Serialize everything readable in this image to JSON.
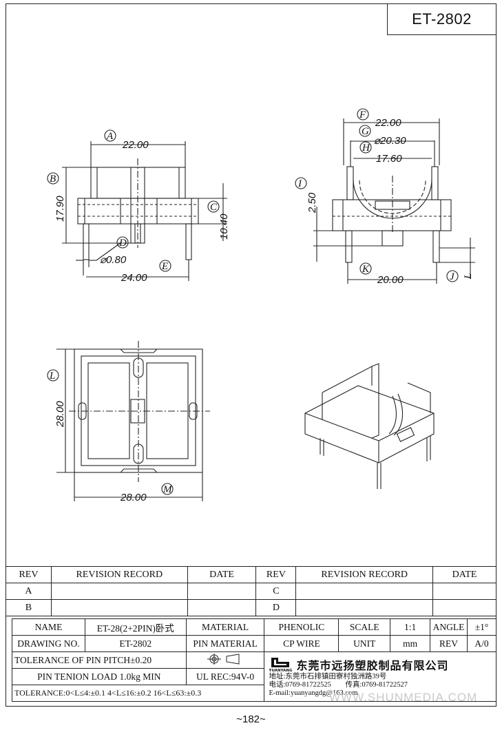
{
  "title": "ET-2802",
  "views": {
    "front": {
      "width_top": "22.00",
      "height": "17.90",
      "flange": "10.40",
      "pin_dia": "⌀0.80",
      "pin_span": "24.00",
      "letters": {
        "a": "A",
        "b": "B",
        "c": "C",
        "d": "D",
        "e": "E"
      }
    },
    "side": {
      "f": "22.00",
      "g": "⌀20.30",
      "h": "17.60",
      "i": "2.50",
      "k": "20.00",
      "l_letter": "L",
      "letters": {
        "f": "F",
        "g": "G",
        "h": "H",
        "i": "I",
        "j": "J",
        "k": "K"
      }
    },
    "top": {
      "height": "28.00",
      "width": "28.00",
      "letters": {
        "l": "L",
        "m": "M"
      }
    }
  },
  "revision": {
    "headers": [
      "REV",
      "REVISION RECORD",
      "DATE",
      "REV",
      "REVISION RECORD",
      "DATE"
    ],
    "rows": [
      {
        "left_rev": "A",
        "right_rev": "C"
      },
      {
        "left_rev": "B",
        "right_rev": "D"
      }
    ]
  },
  "info": {
    "name_label": "NAME",
    "name_value": "ET-28(2+2PIN)卧式",
    "material_label": "MATERIAL",
    "material_value": "PHENOLIC",
    "scale_label": "SCALE",
    "scale_value": "1:1",
    "angle_label": "ANGLE",
    "angle_value": "±1°",
    "drawing_no_label": "DRAWING NO.",
    "drawing_no_value": "ET-2802",
    "pin_material_label": "PIN MATERIAL",
    "pin_material_value": "CP WIRE",
    "unit_label": "UNIT",
    "unit_value": "mm",
    "rev_label": "REV",
    "rev_value": "A/0",
    "tol_pitch": "TOLERANCE OF PIN PITCH±0.20",
    "pin_load": "PIN TENION LOAD 1.0kg MIN",
    "ul_rec": "UL REC:94V-0",
    "tolerance": "TOLERANCE:0<L≤4:±0.1  4<L≤16:±0.2  16<L≤63:±0.3",
    "company_name": "东莞市远扬塑胶制品有限公司",
    "logo_text": "YUANYANG",
    "address": "地址:东莞市石排镇田寮村独洲路39号",
    "phone": "电话:0769-81722525",
    "fax": "传真:0769-81722527",
    "email": "E-mail:yuanyangdg@163.com"
  },
  "watermark": "WWW.SHUNMEDIA.COM",
  "page_number": "~182~"
}
